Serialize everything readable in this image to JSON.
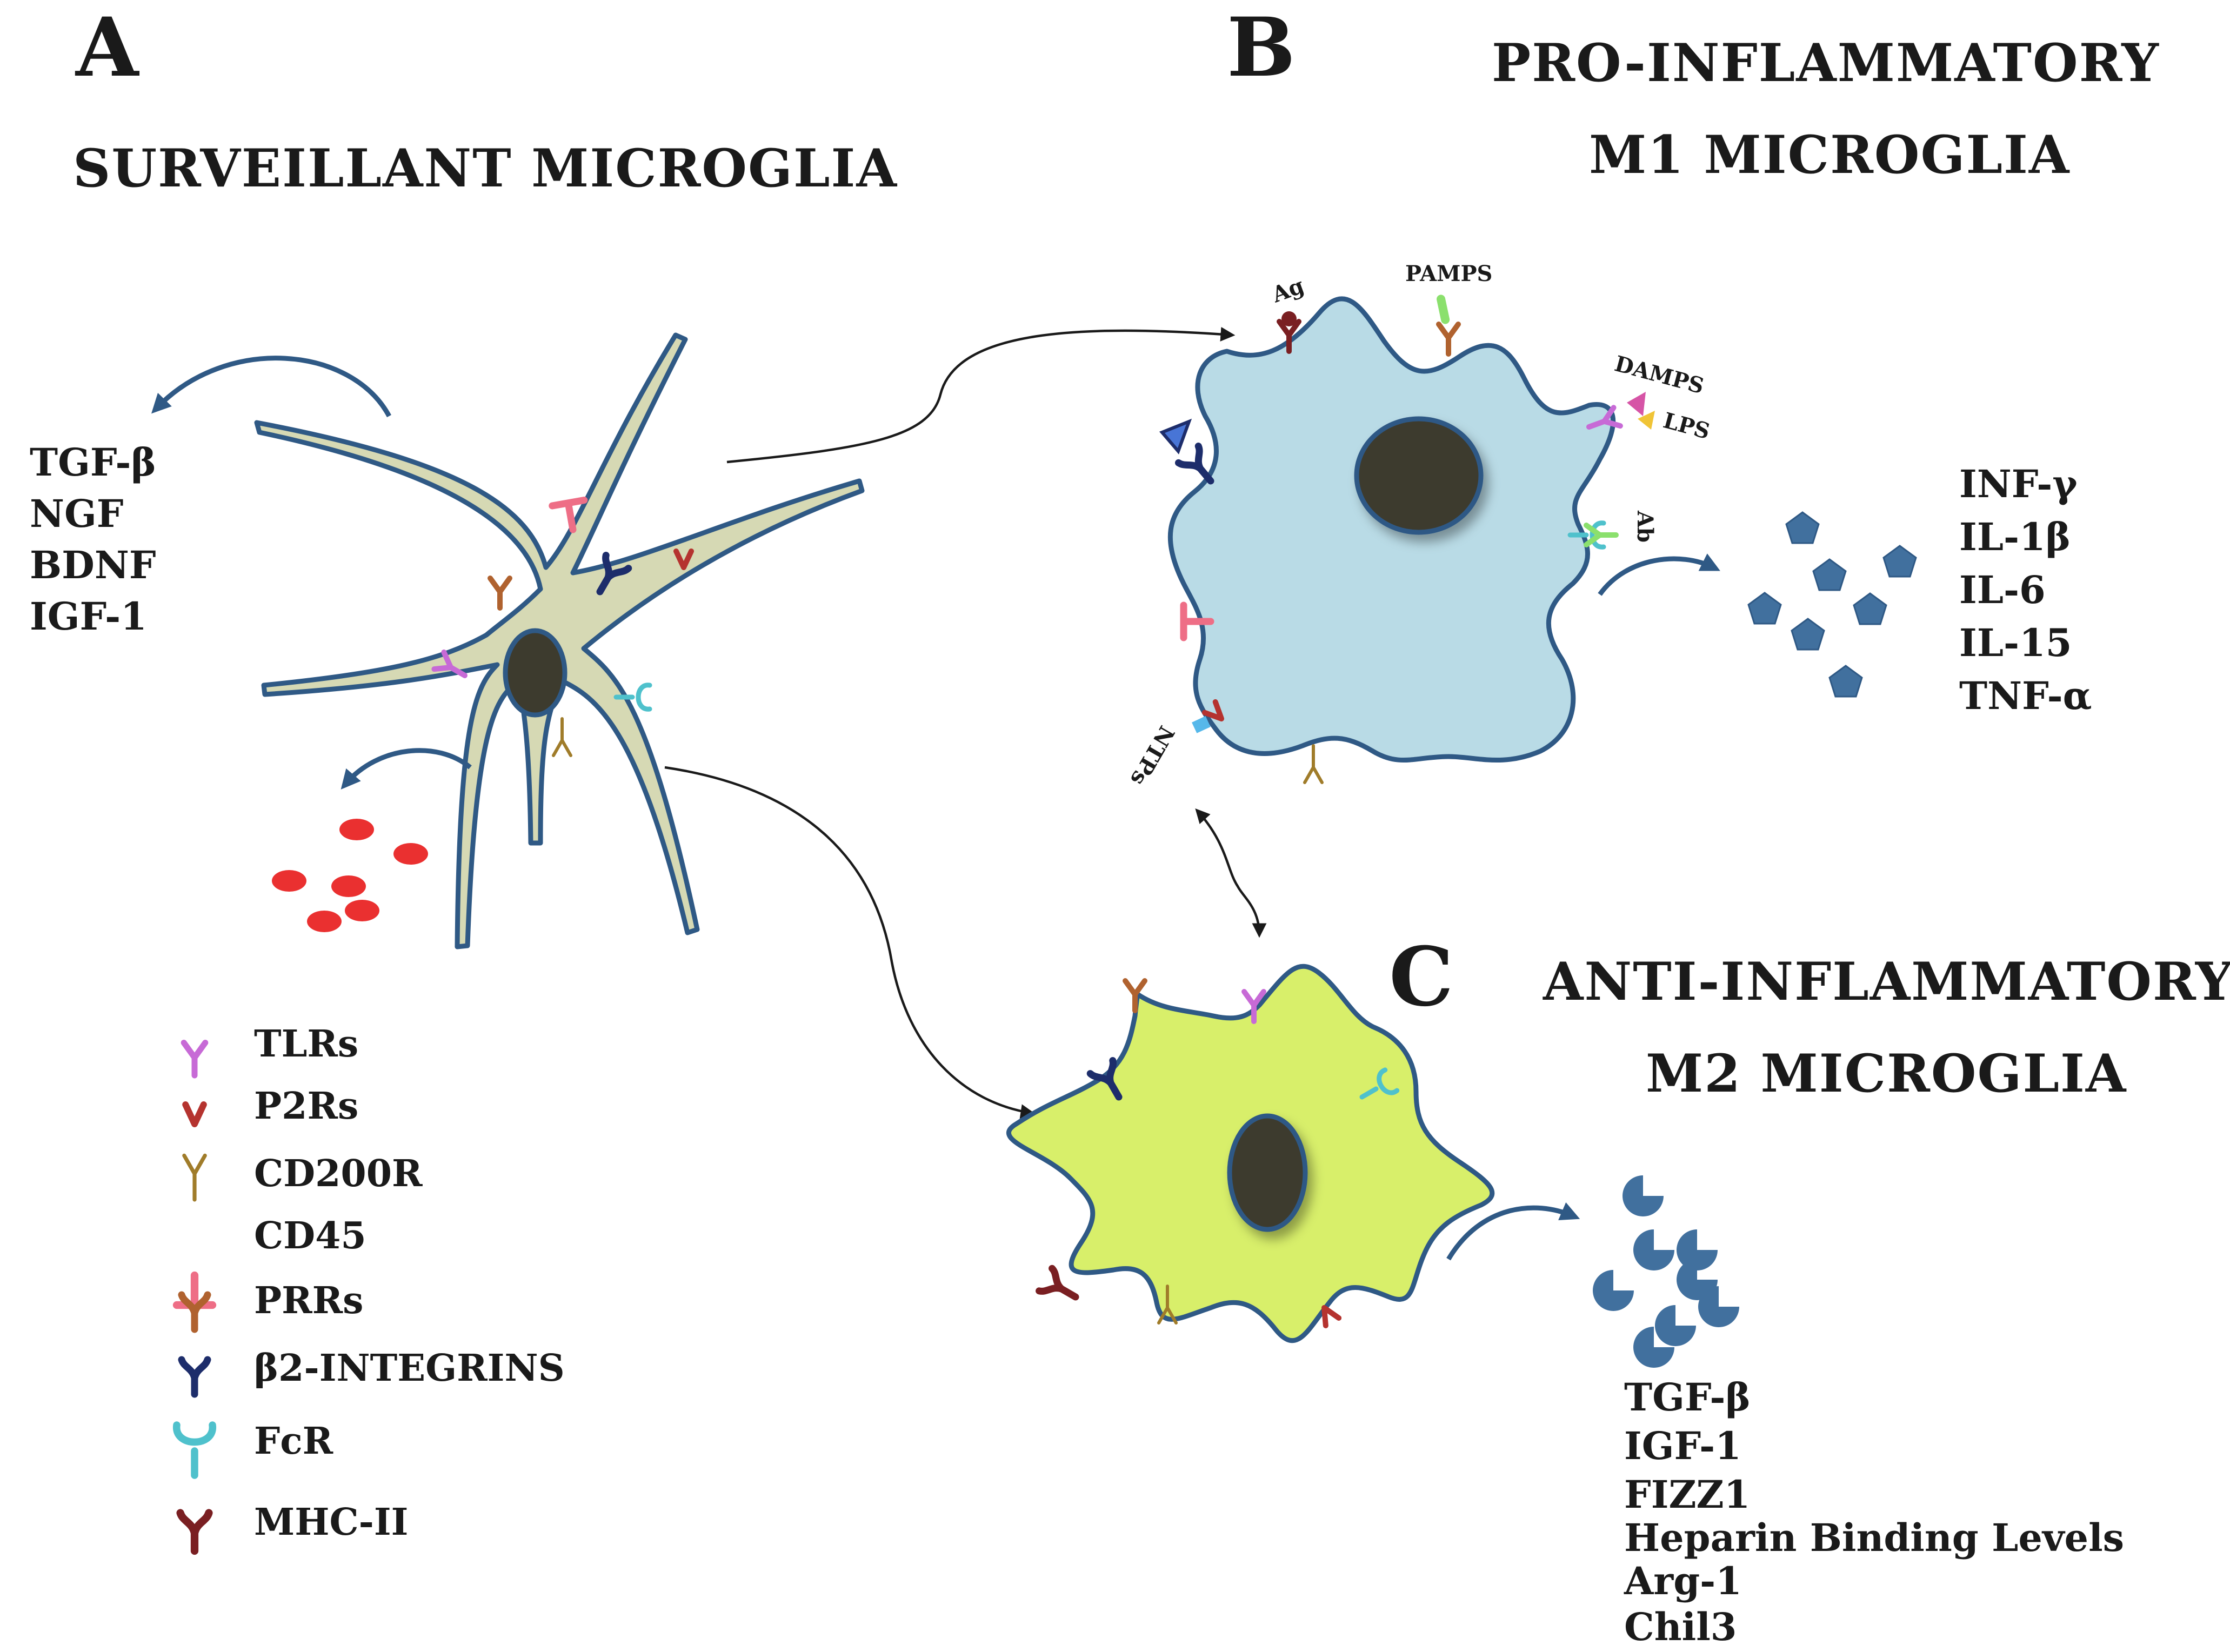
{
  "panels": {
    "a": {
      "letter": "A",
      "title": "SURVEILLANT MICROGLIA",
      "secreted": [
        "TGF-β",
        "NGF",
        "BDNF",
        "IGF-1"
      ]
    },
    "b": {
      "letter": "B",
      "title_line1": "PRO-INFLAMMATORY",
      "title_line2": "M1 MICROGLIA",
      "secreted": [
        "INF-γ",
        "IL-1β",
        "IL-6",
        "IL-15",
        "TNF-α"
      ],
      "surface_labels": {
        "ag": "Ag",
        "pamps": "PAMPS",
        "damps": "DAMPS",
        "lps": "LPS",
        "ab": "Ab",
        "ntps": "NTPs"
      }
    },
    "c": {
      "letter": "C",
      "title_line1": "ANTI-INFLAMMATORY",
      "title_line2": "M2 MICROGLIA",
      "secreted": [
        "TGF-β",
        "IGF-1",
        "FIZZ1",
        "Heparin Binding Levels",
        "Arg-1",
        "Chil3"
      ]
    }
  },
  "legend": [
    {
      "label": "TLRs",
      "icon": "tlr-receptor-icon",
      "color": "#c76ad6"
    },
    {
      "label": "P2Rs",
      "icon": "p2r-receptor-icon",
      "color": "#b5332f"
    },
    {
      "label": "CD200R",
      "icon": "cd200r-receptor-icon",
      "color": "#a07c2a"
    },
    {
      "label": "CD45",
      "icon": "cd45-receptor-icon",
      "color": "#ee6e86"
    },
    {
      "label": "PRRs",
      "icon": "prr-receptor-icon",
      "color": "#b0622f"
    },
    {
      "label": "β2-INTEGRINS",
      "icon": "b2-integrin-icon",
      "color": "#1d2d6b"
    },
    {
      "label": "FcR",
      "icon": "fcr-receptor-icon",
      "color": "#4fc1cc"
    },
    {
      "label": "MHC-II",
      "icon": "mhc-ii-receptor-icon",
      "color": "#7a1f22"
    }
  ],
  "colors": {
    "surveillant_cell": "#d6d9b4",
    "m1_cell": "#b9dbe6",
    "m2_cell": "#d8ef6a",
    "outline": "#2f5985",
    "nucleus": "#3d3b2e",
    "cytokine": "#41709e",
    "red_particle": "#ea3030"
  }
}
